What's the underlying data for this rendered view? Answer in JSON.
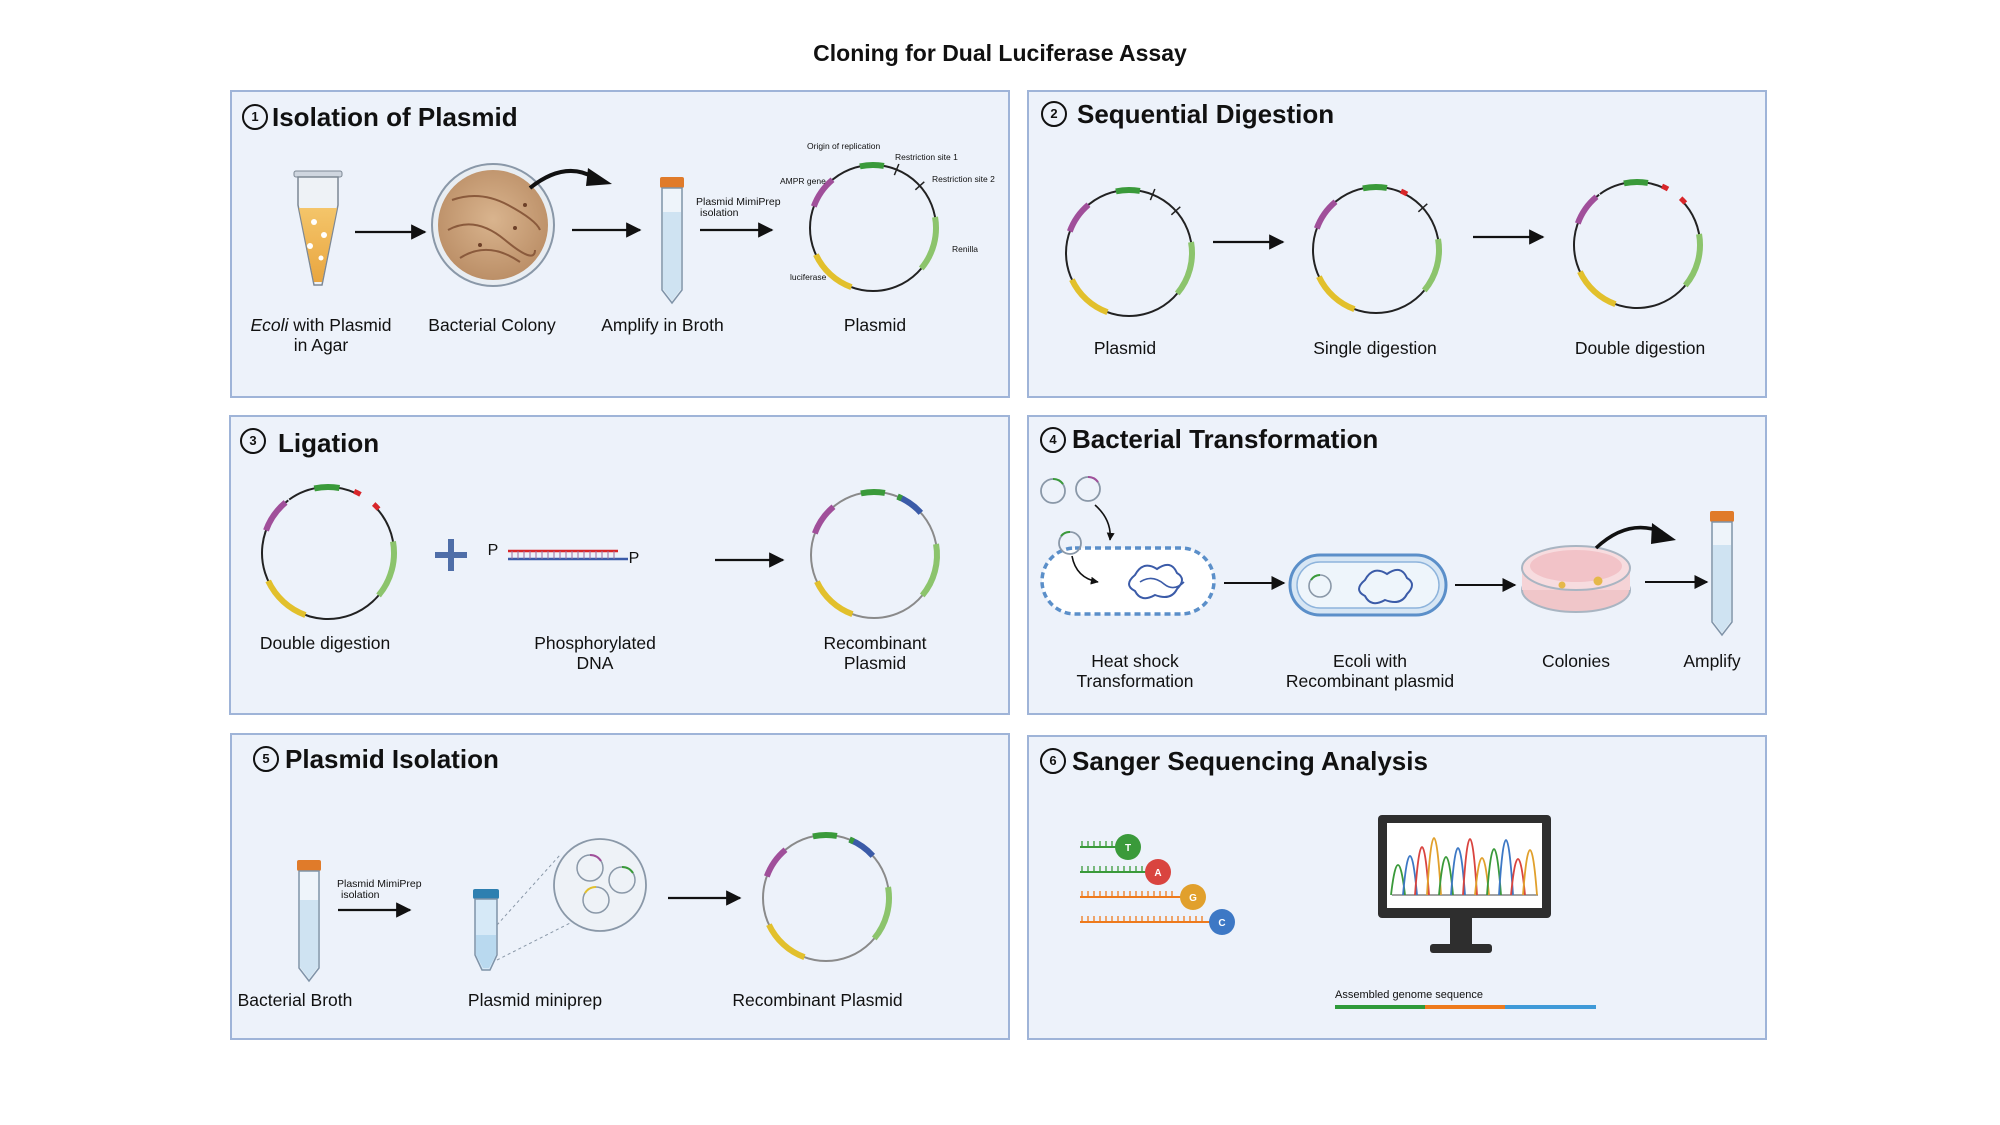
{
  "title": "Cloning for Dual Luciferase Assay",
  "panels": {
    "p1": {
      "number": "1",
      "title": "Isolation of Plasmid",
      "label_ecoli_em": "Ecoli",
      "label_ecoli_rest1": " with Plasmid",
      "label_ecoli_rest2": "in Agar",
      "label_colony": "Bacterial Colony",
      "label_broth": "Amplify in Broth",
      "label_plasmid": "Plasmid",
      "step_note_1": "Plasmid  MimiPrep",
      "step_note_2": "isolation",
      "map_origin": "Origin of replication",
      "map_site1": "Restriction site 1",
      "map_site2": "Restriction site 2",
      "map_ampr": "AMPR gene",
      "map_renilla": "Renilla",
      "map_luciferase": "luciferase"
    },
    "p2": {
      "number": "2",
      "title": "Sequential Digestion",
      "label_plasmid": "Plasmid",
      "label_single": "Single digestion",
      "label_double": "Double digestion"
    },
    "p3": {
      "number": "3",
      "title": "Ligation",
      "label_double": "Double digestion",
      "label_phos_1": "Phosphorylated",
      "label_phos_2": "DNA",
      "label_recomb_1": "Recombinant",
      "label_recomb_2": "Plasmid",
      "p_left": "P",
      "p_right": "P"
    },
    "p4": {
      "number": "4",
      "title": "Bacterial Transformation",
      "label_heat_1": "Heat shock",
      "label_heat_2": "Transformation",
      "label_ecoli_1": "Ecoli with",
      "label_ecoli_2": "Recombinant plasmid",
      "label_colonies": "Colonies",
      "label_amplify": "Amplify"
    },
    "p5": {
      "number": "5",
      "title": "Plasmid Isolation",
      "label_broth": "Bacterial Broth",
      "label_miniprep": "Plasmid miniprep",
      "label_recomb": "Recombinant Plasmid",
      "step_note_1": "Plasmid  MimiPrep",
      "step_note_2": "isolation"
    },
    "p6": {
      "number": "6",
      "title": "Sanger Sequencing Analysis",
      "bases": [
        "T",
        "A",
        "G",
        "C"
      ],
      "genome_label": "Assembled genome sequence"
    }
  },
  "colors": {
    "panel_bg": "#edf2fa",
    "panel_border": "#9fb4d8",
    "ampr": "#a04f9a",
    "origin": "#3a9a3a",
    "renilla": "#8cc46c",
    "luciferase": "#e2c02c",
    "site_red": "#d8262a",
    "insert_blue": "#3b5ba8",
    "base_T": "#3a9a3a",
    "base_A": "#d9443f",
    "base_G": "#e1a02c",
    "base_C": "#3d78c5",
    "genome": [
      "#2e9a3a",
      "#ee7a1c",
      "#3f9ad8"
    ]
  }
}
